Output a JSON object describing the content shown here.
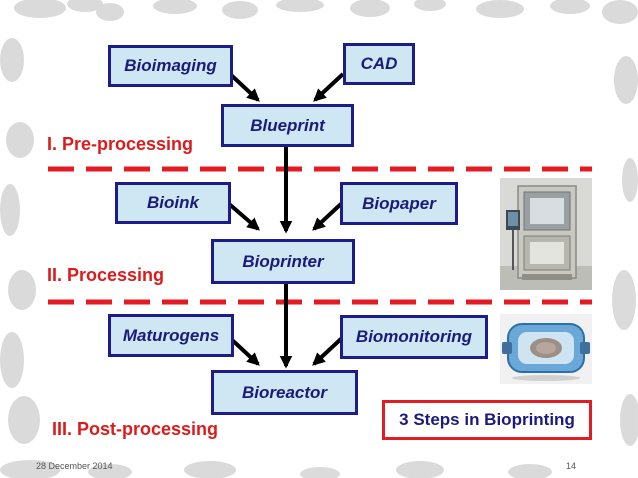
{
  "diagram": {
    "stages": [
      {
        "label": "I. Pre-processing",
        "inputs": [
          "Bioimaging",
          "CAD"
        ],
        "output": "Blueprint"
      },
      {
        "label": "II. Processing",
        "inputs": [
          "Bioink",
          "Biopaper"
        ],
        "output": "Bioprinter"
      },
      {
        "label": "III. Post-processing",
        "inputs": [
          "Maturogens",
          "Biomonitoring"
        ],
        "output": "Bioreactor"
      }
    ],
    "nodes": {
      "bioimaging": "Bioimaging",
      "cad": "CAD",
      "blueprint": "Blueprint",
      "bioink": "Bioink",
      "biopaper": "Biopaper",
      "bioprinter": "Bioprinter",
      "maturogens": "Maturogens",
      "biomonitoring": "Biomonitoring",
      "bioreactor": "Bioreactor"
    },
    "edges": [
      [
        "Bioimaging",
        "Blueprint"
      ],
      [
        "CAD",
        "Blueprint"
      ],
      [
        "Blueprint",
        "Bioprinter"
      ],
      [
        "Bioink",
        "Bioprinter"
      ],
      [
        "Biopaper",
        "Bioprinter"
      ],
      [
        "Bioprinter",
        "Bioreactor"
      ],
      [
        "Maturogens",
        "Bioreactor"
      ],
      [
        "Biomonitoring",
        "Bioreactor"
      ]
    ],
    "callout": "3 Steps in Bioprinting"
  },
  "footer": {
    "date": "28 December 2014",
    "page": "14"
  },
  "colors": {
    "box_fill": "#cfe6f3",
    "box_border": "#1c1c8a",
    "box_text": "#1b1b7a",
    "stage_label": "#dc1c1c",
    "divider": "#e31b23"
  }
}
